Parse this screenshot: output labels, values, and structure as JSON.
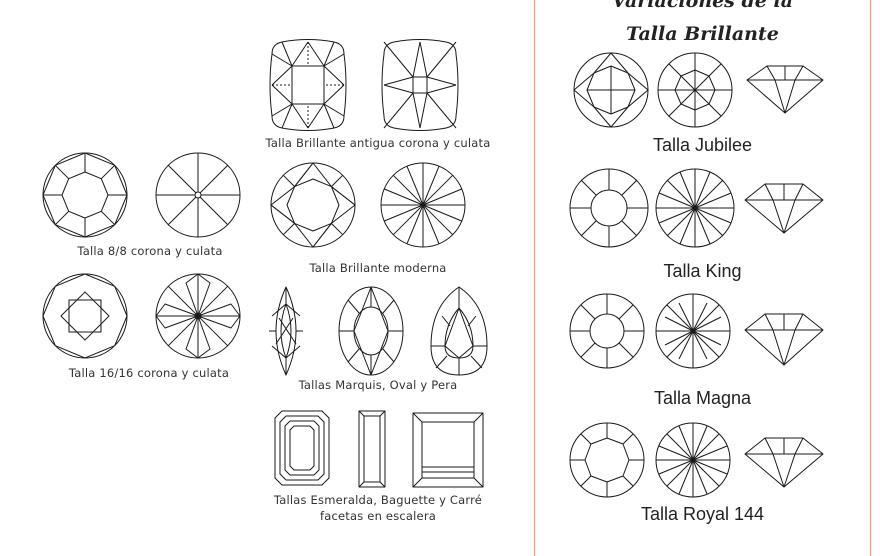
{
  "left": {
    "captions": {
      "cushion": "Talla Brillante antigua corona y culata",
      "eight": "Talla 8/8 corona y culata",
      "modern": "Talla Brillante moderna",
      "sixteen": "Talla 16/16 corona y culata",
      "fancy": "Tallas Marquis, Oval y Pera",
      "step": "Tallas Esmeralda, Baguette y Carré facetas en escalera"
    }
  },
  "panel": {
    "title_line1": "Variaciones de la",
    "title_line2": "Talla Brillante",
    "cuts": [
      {
        "label": "Talla Jubilee"
      },
      {
        "label": "Talla King"
      },
      {
        "label": "Talla Magna"
      },
      {
        "label": "Talla Royal 144"
      }
    ]
  }
}
